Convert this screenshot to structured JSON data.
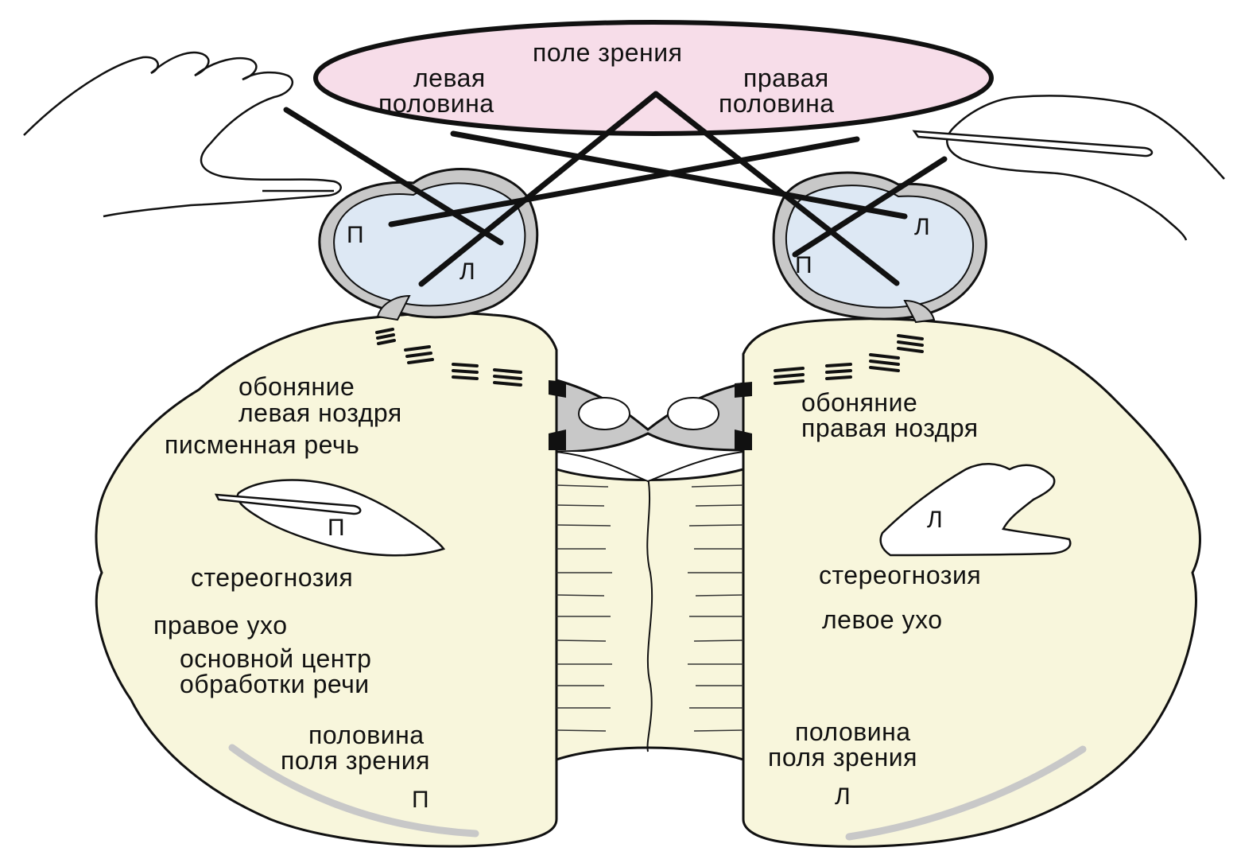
{
  "colors": {
    "field_fill": "#f7dde9",
    "eye_fill": "#dde8f4",
    "hemisphere_fill": "#f8f6dc",
    "commissure_fill": "#c8c8c8",
    "ink": "#111111",
    "visual_arc": "#c8c8c8"
  },
  "visual_field": {
    "title": "поле зрения",
    "left_line1": "левая",
    "left_line2": "половина",
    "right_line1": "правая",
    "right_line2": "половина"
  },
  "eyes": {
    "left_eye_r": "П",
    "left_eye_l": "Л",
    "right_eye_l": "Л",
    "right_eye_r": "П"
  },
  "left_hemisphere": {
    "smell_line1": "обоняние",
    "smell_line2": "левая ноздря",
    "written_speech": "писменная речь",
    "hand_mark": "П",
    "stereognosis": "стереогнозия",
    "ear": "правое ухо",
    "speech_line1": "основной центр",
    "speech_line2": "обработки речи",
    "field_line1": "половина",
    "field_line2": "поля зрения",
    "field_mark": "П"
  },
  "right_hemisphere": {
    "smell_line1": "обоняние",
    "smell_line2": "правая ноздря",
    "hand_mark": "Л",
    "stereognosis": "стереогнозия",
    "ear": "левое ухо",
    "field_line1": "половина",
    "field_line2": "поля зрения",
    "field_mark": "Л"
  },
  "icons": [
    "hand-icon",
    "hand-with-pen-icon",
    "eye-icon",
    "olfactory-marks-icon"
  ]
}
